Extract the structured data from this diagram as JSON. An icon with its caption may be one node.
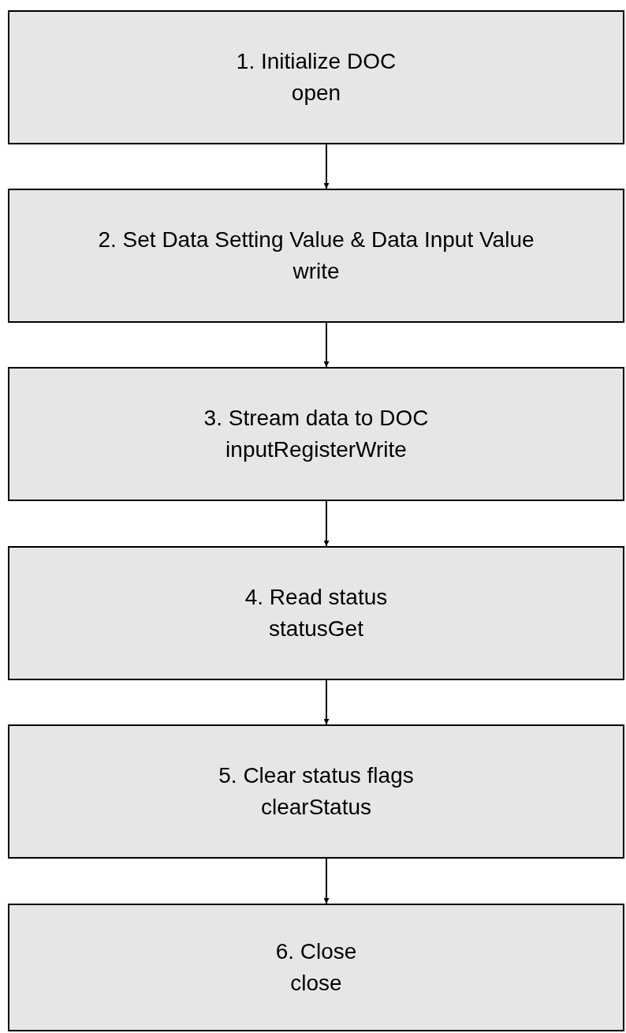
{
  "diagram": {
    "nodes": [
      {
        "text": [
          "1. Initialize DOC",
          "open"
        ]
      },
      {
        "text": [
          "2. Set Data Setting Value & Data Input Value",
          "write"
        ]
      },
      {
        "text": [
          "3. Stream data to DOC",
          "inputRegisterWrite"
        ]
      },
      {
        "text": [
          "4. Read status",
          "statusGet"
        ]
      },
      {
        "text": [
          "5. Clear status flags",
          "clearStatus"
        ]
      },
      {
        "text": [
          "6. Close",
          "close"
        ]
      }
    ],
    "edges": [
      {
        "from": 0,
        "to": 1,
        "arrow": "to"
      },
      {
        "from": 1,
        "to": 2,
        "arrow": "to"
      },
      {
        "from": 2,
        "to": 3,
        "arrow": "to"
      },
      {
        "from": 3,
        "to": 4,
        "arrow": "to"
      },
      {
        "from": 4,
        "to": 5,
        "arrow": "to"
      }
    ]
  }
}
